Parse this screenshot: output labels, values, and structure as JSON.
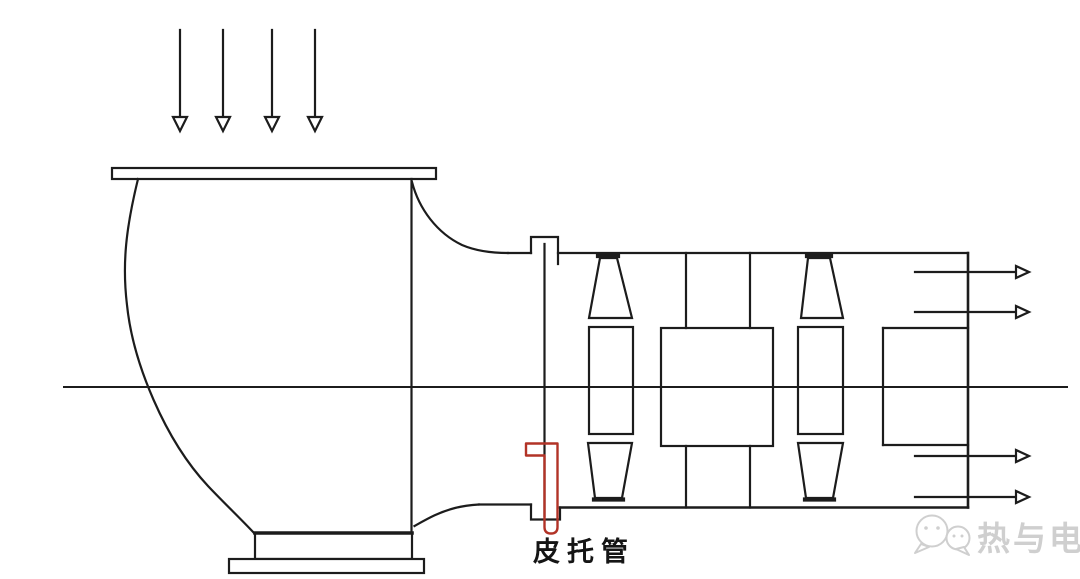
{
  "labels": {
    "pitot_tube": "皮托管"
  },
  "watermark": {
    "text": "热与电",
    "icon": "chat-bubbles-icon"
  },
  "flow": {
    "inlet_arrow_count": 4,
    "outlet_arrow_count": 4
  },
  "colors": {
    "line": "#1c1c1c",
    "highlight_red": "#b23327",
    "watermark_gray": "#cfcfcf",
    "background": "#ffffff"
  }
}
